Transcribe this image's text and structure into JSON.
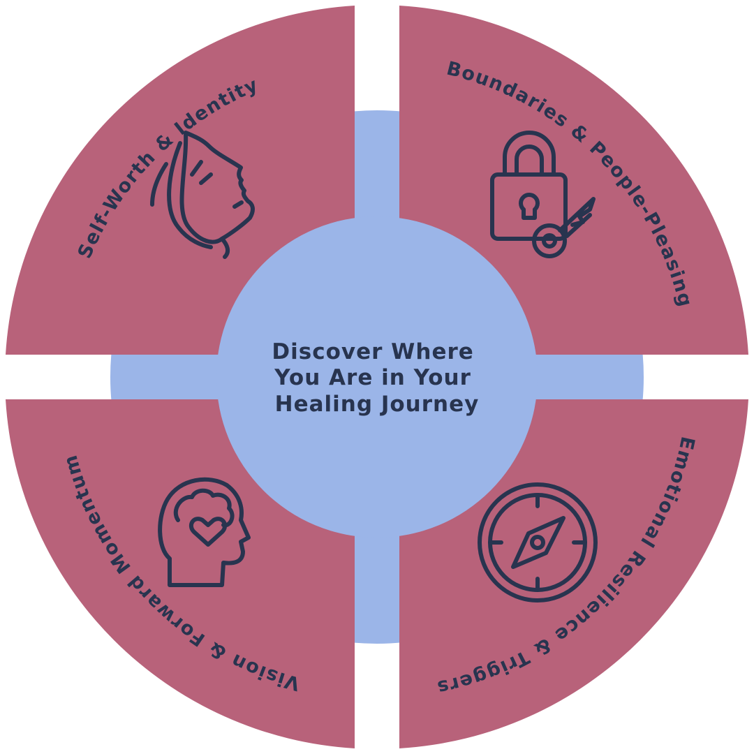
{
  "center": {
    "lines": [
      "Discover Where",
      "You Are in Your",
      "Healing Journey"
    ]
  },
  "quadrants": [
    {
      "label": "Self-Worth & Identity",
      "icon": "face-profile-icon"
    },
    {
      "label": "Boundaries & People-Pleasing",
      "icon": "lock-and-key-icon"
    },
    {
      "label": "Emotional Resilience & Triggers",
      "icon": "compass-icon"
    },
    {
      "label": "Vision & Forward Momentum",
      "icon": "head-brain-heart-icon"
    }
  ],
  "colors": {
    "sector": "#b8627a",
    "center": "#9bb5e8",
    "text": "#28344f"
  }
}
